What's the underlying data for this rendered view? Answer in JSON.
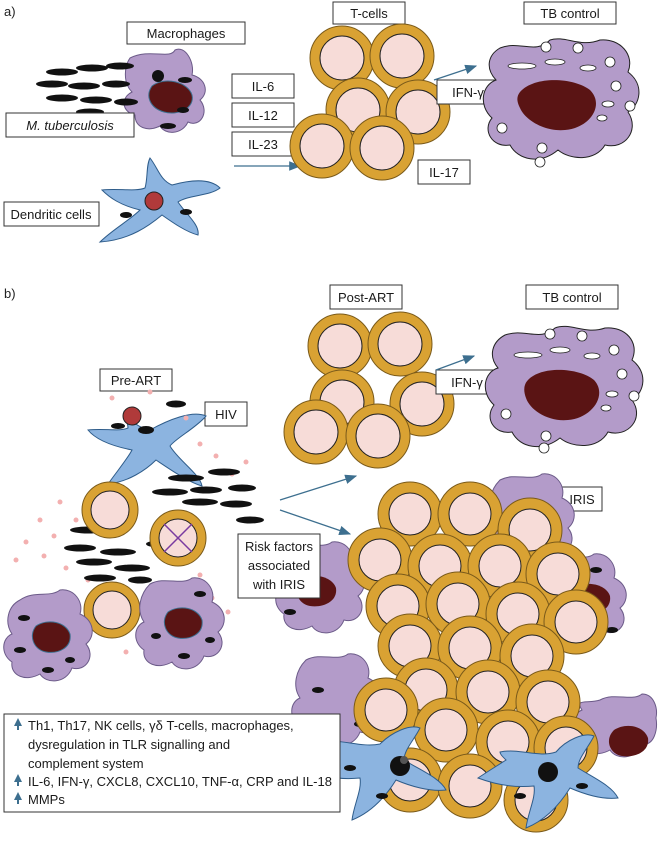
{
  "panel_a": {
    "letter": "a)",
    "macrophages": "Macrophages",
    "mtb": "M. tuberculosis",
    "dendritic": "Dendritic cells",
    "tcells": "T-cells",
    "tbcontrol": "TB control",
    "il6": "IL-6",
    "il12": "IL-12",
    "il23": "IL-23",
    "ifng": "IFN-γ",
    "il17": "IL-17"
  },
  "panel_b": {
    "letter": "b)",
    "postart": "Post-ART",
    "tbcontrol": "TB control",
    "preart": "Pre-ART",
    "hiv": "HIV",
    "ifng": "IFN-γ",
    "iris": "IRIS",
    "risk_line1": "Risk factors",
    "risk_line2": "associated",
    "risk_line3": "with IRIS",
    "legend_line1": "Th1, Th17, NK cells, γδ T-cells, macrophages,",
    "legend_line2": "dysregulation in TLR signalling and",
    "legend_line3": "complement system",
    "legend_line4": "IL-6, IFN-γ, CXCL8, CXCL10, TNF-α, CRP and IL-18",
    "legend_line5": "MMPs"
  },
  "colors": {
    "tcell_ring": "#d9a233",
    "tcell_core": "#f7dcd8",
    "macrophage": "#b39bc9",
    "nucleus": "#5a1414",
    "dendritic": "#8cb4e0",
    "arrow": "#3d6f8f"
  }
}
